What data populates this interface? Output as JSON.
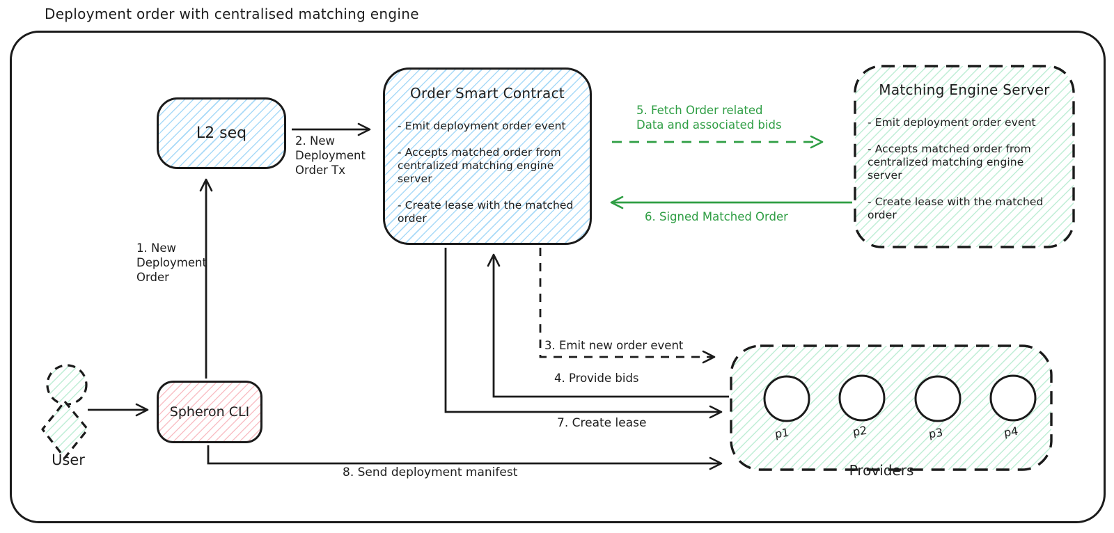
{
  "title": "Deployment order with centralised matching engine",
  "colors": {
    "ink": "#1b1b1b",
    "green": "#2f9e44",
    "blue_hatch": "#a8daf8",
    "green_hatch": "#bcedd4",
    "red_hatch": "#f9c0c6"
  },
  "nodes": {
    "l2_seq": {
      "label": "L2 seq"
    },
    "order_contract": {
      "title": "Order Smart Contract",
      "bullets": [
        "- Emit deployment order event",
        "- Accepts matched order from\ncentralized matching engine\nserver",
        "- Create lease with the matched\norder"
      ]
    },
    "matching_engine": {
      "title": "Matching Engine Server",
      "bullets": [
        "- Emit deployment order event",
        "- Accepts matched order from\ncentralized matching engine\nserver",
        "- Create lease with the matched\norder"
      ]
    },
    "spheron_cli": {
      "label": "Spheron CLI"
    },
    "user": {
      "label": "User"
    },
    "providers": {
      "label": "Providers",
      "items": [
        "p1",
        "p2",
        "p3",
        "p4"
      ]
    }
  },
  "edges": {
    "e1": "1. New\nDeployment\nOrder",
    "e2": "2. New\nDeployment\nOrder Tx",
    "e3": "3. Emit new order event",
    "e4": "4. Provide bids",
    "e5": "5. Fetch Order related\nData and associated bids",
    "e6": "6. Signed Matched Order",
    "e7": "7. Create lease",
    "e8": "8. Send deployment manifest"
  }
}
